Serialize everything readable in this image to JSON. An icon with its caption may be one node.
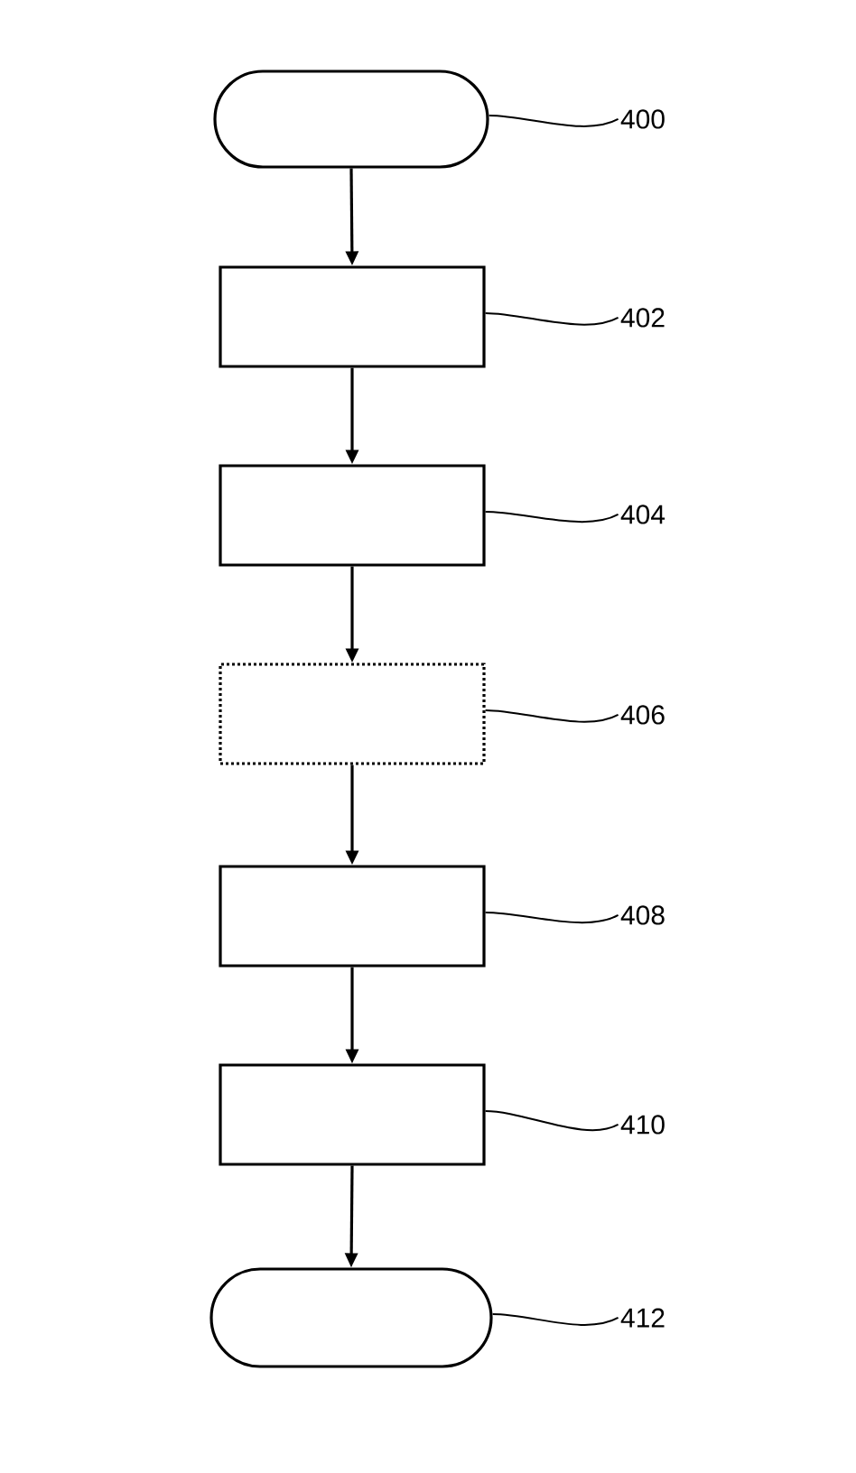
{
  "diagram": {
    "nodes": [
      {
        "text": [],
        "shape": "stadium"
      },
      {
        "text": [],
        "shape": "box"
      },
      {
        "text": [],
        "shape": "box"
      },
      {
        "text": [],
        "shape": "box"
      },
      {
        "text": [],
        "shape": "box"
      },
      {
        "text": [],
        "shape": "box"
      },
      {
        "text": [],
        "shape": "stadium"
      },
      {
        "text": [
          "400"
        ]
      },
      {
        "text": [
          "402"
        ]
      },
      {
        "text": [
          "404"
        ]
      },
      {
        "text": [
          "406"
        ]
      },
      {
        "text": [
          "408"
        ]
      },
      {
        "text": [
          "410"
        ]
      },
      {
        "text": [
          "412"
        ]
      }
    ],
    "edges": [
      {
        "from": 0,
        "to": 1,
        "arrow": "to"
      },
      {
        "from": 1,
        "to": 2,
        "arrow": "to"
      },
      {
        "from": 2,
        "to": 3,
        "arrow": "to"
      },
      {
        "from": 3,
        "to": 4,
        "arrow": "to"
      },
      {
        "from": 4,
        "to": 5,
        "arrow": "to"
      },
      {
        "from": 5,
        "to": 6,
        "arrow": "to"
      },
      {
        "from": 7,
        "to": 0,
        "arrow": "none"
      },
      {
        "from": 8,
        "to": 1,
        "arrow": "none"
      },
      {
        "from": 9,
        "to": 2,
        "arrow": "none"
      },
      {
        "from": 10,
        "to": 3,
        "arrow": "none"
      },
      {
        "from": 11,
        "to": 4,
        "arrow": "none"
      },
      {
        "from": 12,
        "to": 5,
        "arrow": "none"
      },
      {
        "from": 13,
        "to": 6,
        "arrow": "none"
      }
    ]
  }
}
